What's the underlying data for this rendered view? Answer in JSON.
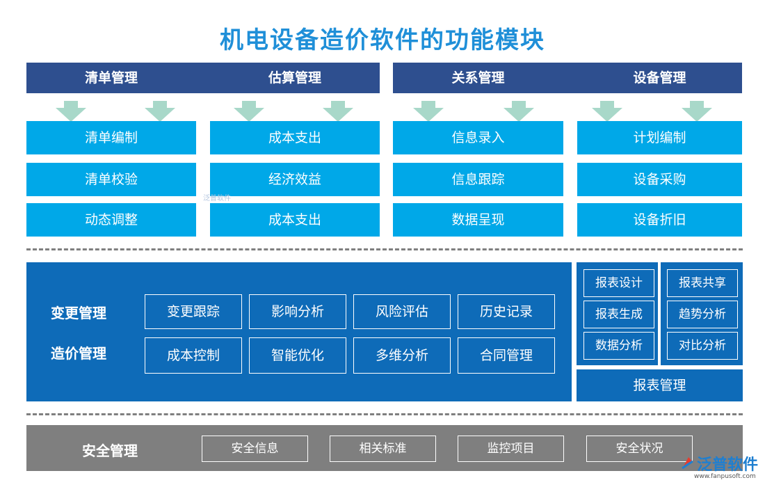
{
  "title": "机电设备造价软件的功能模块",
  "top_headers": [
    "清单管理",
    "估算管理",
    "关系管理",
    "设备管理"
  ],
  "top_grid": [
    [
      "清单编制",
      "清单校验",
      "动态调整"
    ],
    [
      "成本支出",
      "经济效益",
      "成本支出"
    ],
    [
      "信息录入",
      "信息跟踪",
      "数据呈现"
    ],
    [
      "计划编制",
      "设备采购",
      "设备折旧"
    ]
  ],
  "middle": {
    "labels": [
      "变更管理",
      "造价管理"
    ],
    "row1": [
      "变更跟踪",
      "影响分析",
      "风险评估",
      "历史记录"
    ],
    "row2": [
      "成本控制",
      "智能优化",
      "多维分析",
      "合同管理"
    ]
  },
  "report": {
    "left": [
      "报表设计",
      "报表生成",
      "数据分析"
    ],
    "right": [
      "报表共享",
      "趋势分析",
      "对比分析"
    ],
    "label": "报表管理"
  },
  "security": {
    "label": "安全管理",
    "items": [
      "安全信息",
      "相关标准",
      "监控项目",
      "安全状况"
    ]
  },
  "brand": {
    "name": "泛普软件",
    "url": "www.fanpusoft.com",
    "watermark": "泛普软件"
  },
  "colors": {
    "title": "#1f8fd8",
    "header": "#2e4f8f",
    "cell": "#00a8e8",
    "panel": "#0e6bb8",
    "arrow": "#a8d8c9",
    "security": "#7f7f7f"
  }
}
